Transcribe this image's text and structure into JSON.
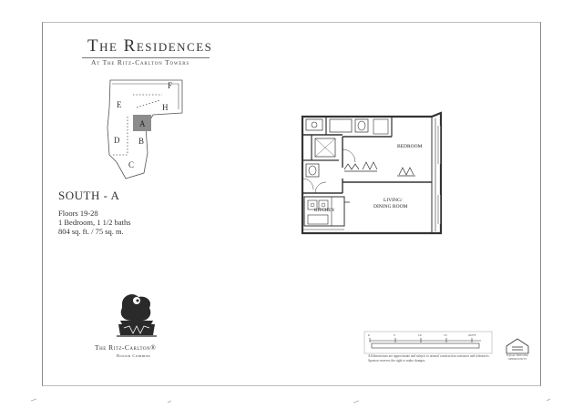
{
  "header": {
    "title": "The Residences",
    "subtitle": "At The Ritz-Carlton Towers"
  },
  "key_plan": {
    "labels": {
      "f": "F",
      "e": "E",
      "h": "H",
      "a": "A",
      "d": "D",
      "b": "B",
      "c": "C"
    },
    "highlighted_unit": "A",
    "highlight_color": "#8c8c8c"
  },
  "unit": {
    "name": "SOUTH - A",
    "floors": "Floors 19-28",
    "rooms": "1 Bedroom, 1 1/2 baths",
    "area": "804 sq. ft. / 75 sq. m."
  },
  "floor_plan": {
    "rooms": {
      "bedroom": "BEDROOM",
      "living": "LIVING/",
      "dining": "DINING ROOM",
      "kitchen": "KITCHEN"
    }
  },
  "brand": {
    "name": "The Ritz-Carlton®",
    "location": "Boston Common"
  },
  "scale": {
    "ticks": [
      "0",
      "5",
      "10",
      "15",
      "20 FT"
    ]
  },
  "footer": {
    "disclaimer": "All dimensions are approximate and subject to normal construction variances and tolerances. Sponsor reserves the right to make changes.",
    "equal_housing": "EQUAL HOUSING OPPORTUNITY"
  }
}
